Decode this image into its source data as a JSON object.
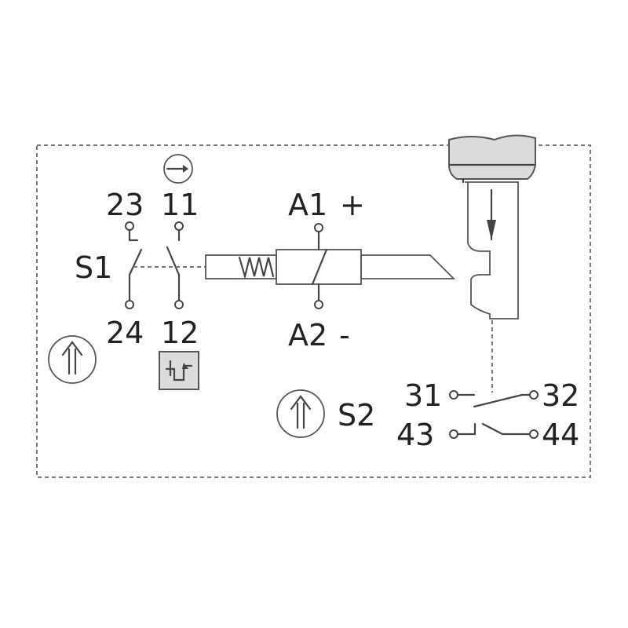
{
  "labels": {
    "s1": "S1",
    "s2": "S2",
    "t23": "23",
    "t11": "11",
    "t24": "24",
    "t12": "12",
    "a1": "A1",
    "a1_sign": "+",
    "a2": "A2",
    "a2_sign": "-",
    "t31": "31",
    "t32": "32",
    "t43": "43",
    "t44": "44"
  },
  "icons": {
    "s1_mode": "up-arrow-circle-icon",
    "s2_mode": "up-arrow-circle-icon",
    "timer": "clock-dial-icon",
    "force_guided": "step-contact-box-icon",
    "actuator": "downward-arrow-icon"
  }
}
